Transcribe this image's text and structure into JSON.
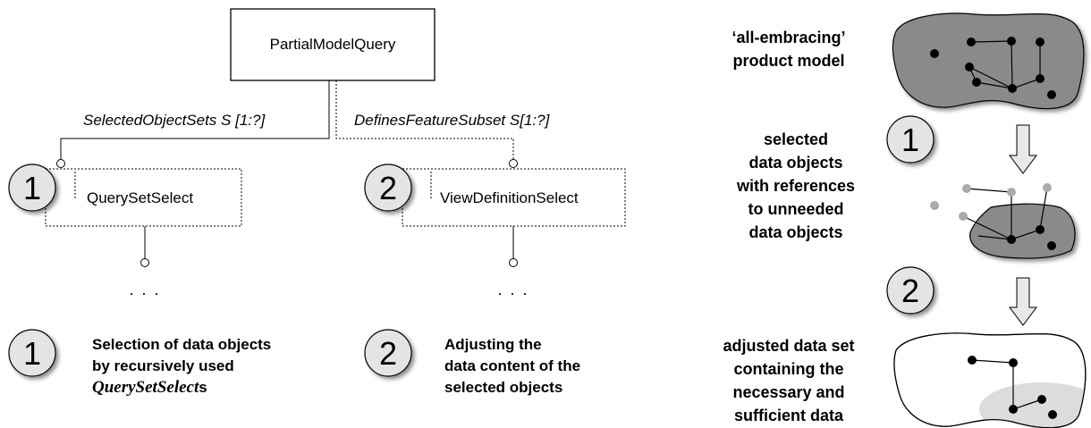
{
  "boxes": {
    "root": "PartialModelQuery",
    "left": "QuerySetSelect",
    "right": "ViewDefinitionSelect"
  },
  "relations": {
    "left": "SelectedObjectSets S [1:?]",
    "right": "DefinesFeatureSubset S[1:?]"
  },
  "markers": {
    "one": "1",
    "two": "2"
  },
  "ellipsis": ". . .",
  "legend": {
    "one": [
      "Selection of data objects",
      "by recursively used"
    ],
    "one_last_italic": "QuerySetSelect",
    "one_last_suffix": "s",
    "two": [
      "Adjusting  the",
      "data content of the",
      "selected objects"
    ]
  },
  "right_labels": {
    "top": [
      "‘all-embracing’",
      "product model"
    ],
    "middle": [
      "selected",
      "data objects",
      "with references",
      "to unneeded",
      "data objects"
    ],
    "bottom": [
      "adjusted data set",
      "containing the",
      "necessary and",
      "sufficient data"
    ]
  },
  "colors": {
    "blob_fill": "#8a8a8a",
    "blob_light": "#dcdcdc",
    "circle_fill": "#e4e4e4",
    "arrow_fill": "#e8e8e8",
    "grey_node": "#aaaaaa"
  }
}
